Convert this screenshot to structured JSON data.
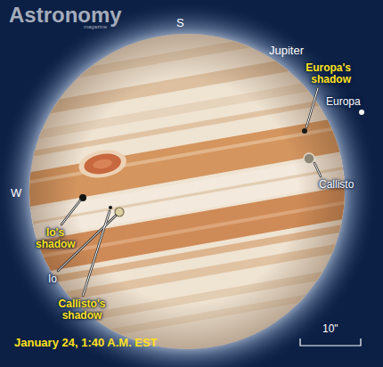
{
  "diagram": {
    "caption": "January 24, 1:40 A.M. EST",
    "labels": [
      "Astronomy",
      "magazine",
      "S",
      "Jupiter",
      "Europa's shadow",
      "Europa",
      "Callisto",
      "W",
      "Io's shadow",
      "Io",
      "Callisto's shadow",
      "10\""
    ]
  }
}
